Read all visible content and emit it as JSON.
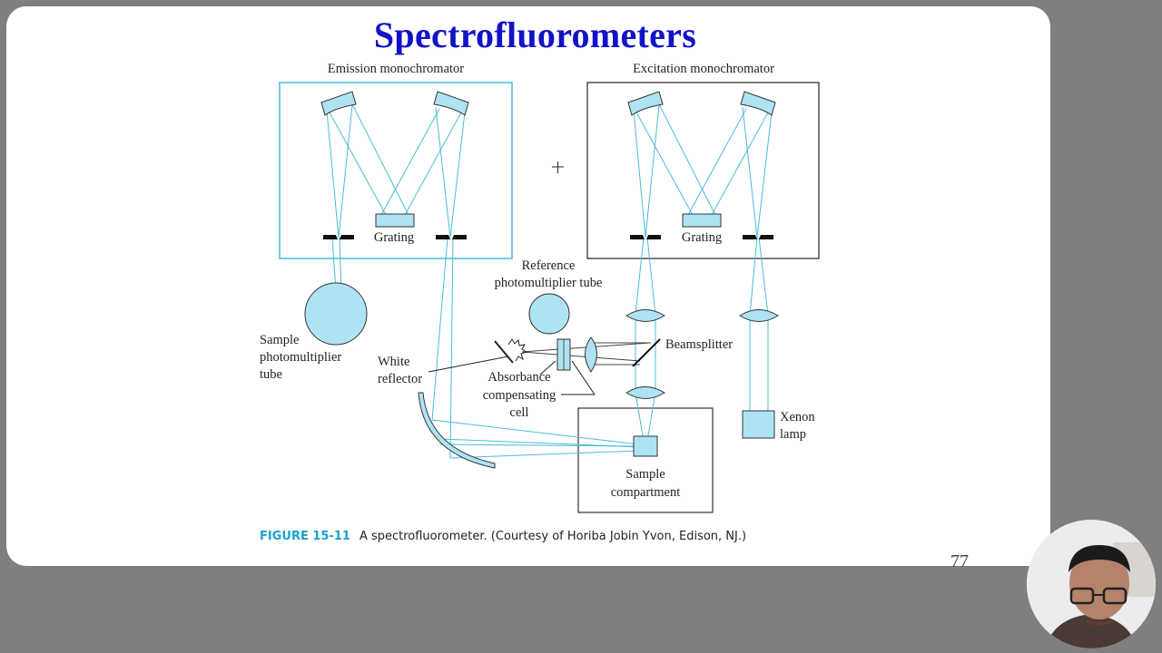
{
  "slide": {
    "title": "Spectrofluorometers",
    "page_number": "77"
  },
  "diagram": {
    "labels": {
      "emission_mono": "Emission monochromator",
      "excitation_mono": "Excitation monochromator",
      "grating_left": "Grating",
      "grating_right": "Grating",
      "reference_pmt_1": "Reference",
      "reference_pmt_2": "photomultiplier tube",
      "sample_pmt_1": "Sample",
      "sample_pmt_2": "photomultiplier",
      "sample_pmt_3": "tube",
      "white_reflector_1": "White",
      "white_reflector_2": "reflector",
      "absorbance_1": "Absorbance",
      "absorbance_2": "compensating",
      "absorbance_3": "cell",
      "beamsplitter": "Beamsplitter",
      "xenon_1": "Xenon",
      "xenon_2": "lamp",
      "sample_comp_1": "Sample",
      "sample_comp_2": "compartment"
    },
    "caption": {
      "figure": "FIGURE 15-11",
      "text": "A spectrofluorometer. (Courtesy of Horiba Jobin Yvon, Edison, NJ.)"
    },
    "colors": {
      "optic_fill": "#aee3f3",
      "beam": "#49bcd9",
      "emission_box": "#49bcd9",
      "excitation_box": "#333333",
      "caption_figure": "#1aa0cf"
    }
  }
}
